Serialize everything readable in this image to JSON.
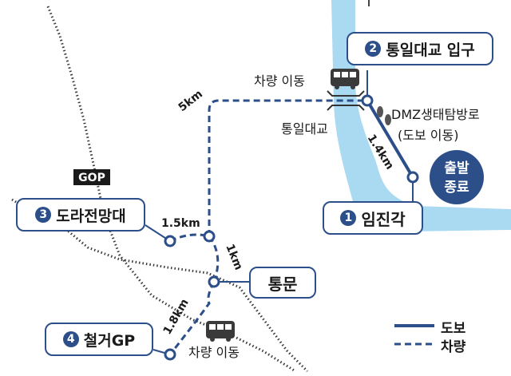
{
  "stops": [
    {
      "number": "1",
      "name": "임진각"
    },
    {
      "number": "2",
      "name": "통일대교 입구"
    },
    {
      "number": "3",
      "name": "도라전망대"
    },
    {
      "number": "4",
      "name": "철거GP"
    }
  ],
  "gate_label": "통문",
  "start_end_label": [
    "출발",
    "종료"
  ],
  "gop_label": "GOP",
  "bridge_label": "통일대교",
  "vehicle_move_label": "차량 이동",
  "dmz_trail_label": [
    "DMZ생태탐방로",
    "(도보 이동)"
  ],
  "distances": {
    "walk_14": "1.4km",
    "drive_5": "5km",
    "drive_15": "1.5km",
    "drive_1": "1km",
    "drive_18": "1.8km"
  },
  "legend": [
    {
      "style": "solid",
      "label": "도보"
    },
    {
      "style": "dashed",
      "label": "차량"
    }
  ],
  "colors": {
    "route": "#2c4f8a",
    "river": "#a9daf2",
    "marker": "#2c4f8a",
    "border_line": "#3a3a3a",
    "gop_fill": "#1a1a1a"
  },
  "icons": [
    "bus-icon",
    "footprints-icon"
  ]
}
